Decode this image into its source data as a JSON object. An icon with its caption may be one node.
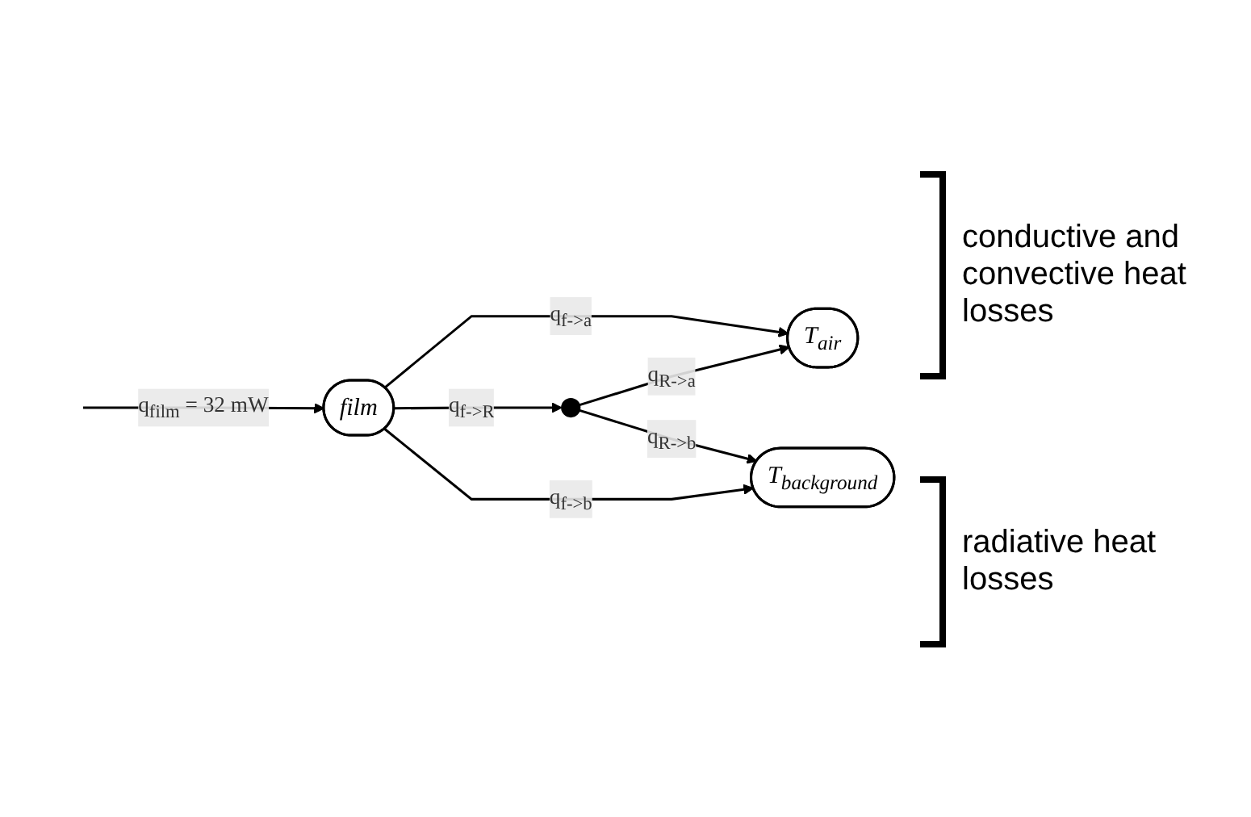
{
  "diagram": {
    "nodes": [
      {
        "text": [
          "film"
        ]
      },
      {
        "text": [
          "T$_{air}$"
        ]
      },
      {
        "text": [],
        "shape": "circle"
      },
      {
        "text": [
          "T$_{background}$"
        ]
      }
    ],
    "edges": [
      {
        "from": null,
        "to": 0,
        "arrow": "to",
        "label": "q$_{film}$ = 32 mW"
      },
      {
        "from": 0,
        "to": 1,
        "arrow": "to",
        "label": "q$_{f->a}$"
      },
      {
        "from": 0,
        "to": 2,
        "arrow": "to",
        "label": "q$_{f->R}$"
      },
      {
        "from": 0,
        "to": 3,
        "arrow": "to",
        "label": "q$_{f->b}$"
      },
      {
        "from": 2,
        "to": 1,
        "arrow": "to",
        "label": "q$_{R->a}$"
      },
      {
        "from": 2,
        "to": 3,
        "arrow": "to",
        "label": "q$_{R->b}$"
      }
    ],
    "labels": [
      "conductive and convective heat losses",
      "radiative heat losses"
    ]
  }
}
